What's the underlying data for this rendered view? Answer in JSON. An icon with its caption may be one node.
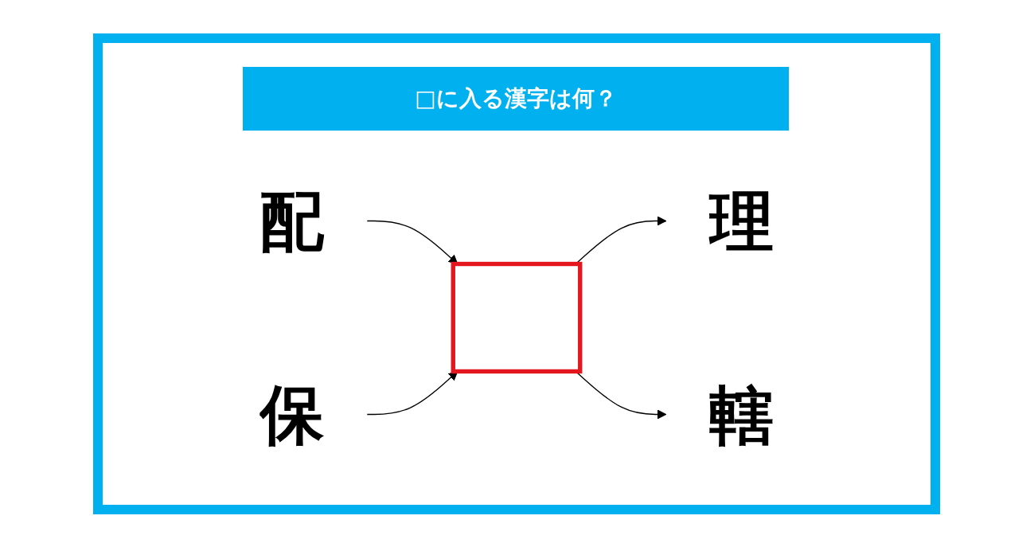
{
  "diagram": {
    "title": "□に入る漢字は何？",
    "nodes": [
      {
        "text": [
          "配"
        ]
      },
      {
        "text": [
          "保"
        ]
      },
      {
        "text": [],
        "shape": "box"
      },
      {
        "text": [
          "理"
        ]
      },
      {
        "text": [
          "轄"
        ]
      }
    ],
    "edges": [
      {
        "from": 0,
        "to": 2,
        "arrow": "to"
      },
      {
        "from": 1,
        "to": 2,
        "arrow": "to"
      },
      {
        "from": 2,
        "to": 3,
        "arrow": "to"
      },
      {
        "from": 2,
        "to": 4,
        "arrow": "to"
      }
    ]
  }
}
